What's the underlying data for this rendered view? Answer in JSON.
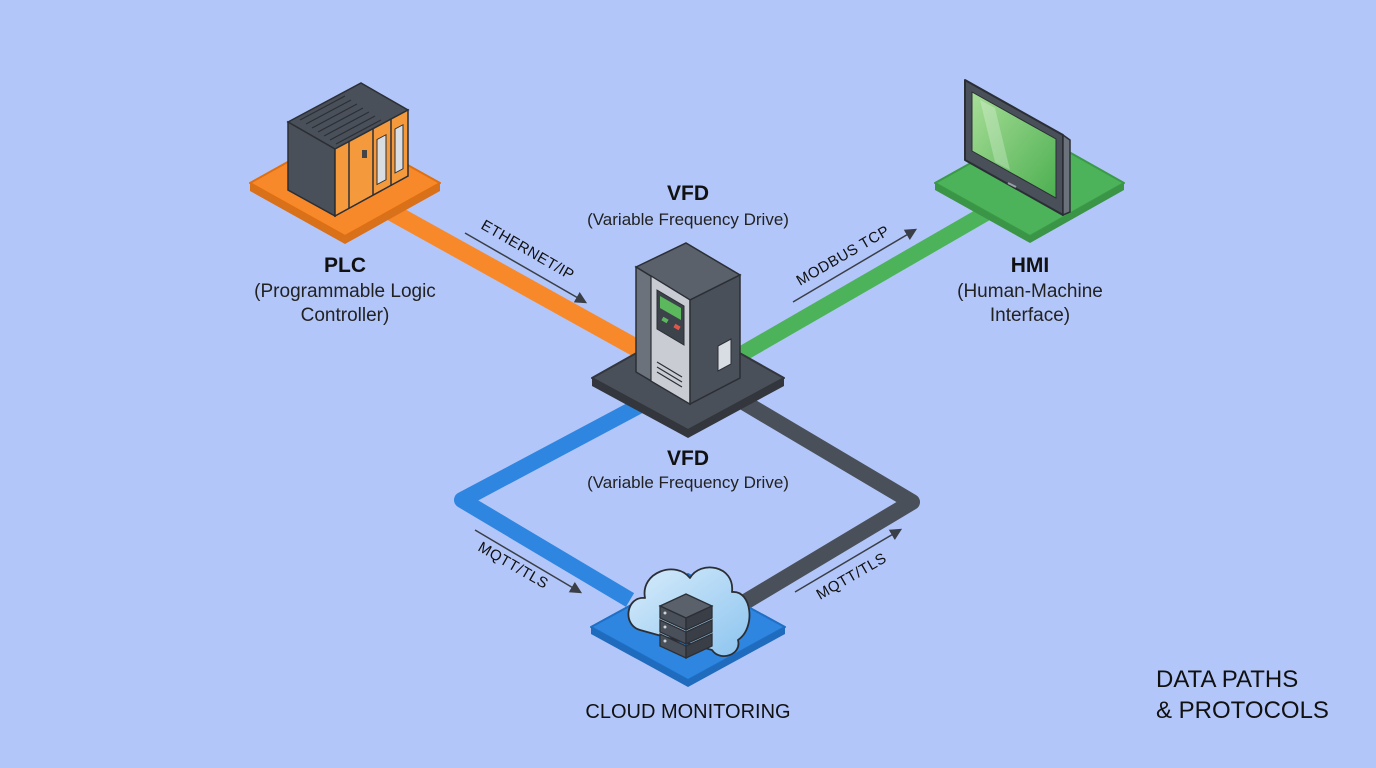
{
  "title": {
    "line1": "DATA PATHS",
    "line2": "& PROTOCOLS"
  },
  "nodes": {
    "plc": {
      "name": "PLC",
      "desc_line1": "(Programmable Logic",
      "desc_line2": "Controller)",
      "color": "#f7892b",
      "icon": "plc-rack-icon"
    },
    "vfd": {
      "name": "VFD",
      "desc": "(Variable Frequency Drive)",
      "color": "#4a5059",
      "icon": "vfd-drive-icon"
    },
    "hmi": {
      "name": "HMI",
      "desc_line1": "(Human-Machine",
      "desc_line2": "Interface)",
      "color": "#4cb35a",
      "icon": "hmi-touchscreen-icon"
    },
    "cloud": {
      "name": "CLOUD MONITORING",
      "color": "#2e86e0",
      "icon": "cloud-server-icon"
    }
  },
  "vfd_second_label": {
    "name": "VFD",
    "desc": "(Variable Frequency Drive)"
  },
  "links": [
    {
      "from": "PLC",
      "to": "VFD",
      "protocol": "ETHERNET/IP",
      "color": "#f7892b"
    },
    {
      "from": "VFD",
      "to": "HMI",
      "protocol": "MODBUS TCP",
      "color": "#4cb35a"
    },
    {
      "from": "VFD",
      "to": "CLOUD MONITORING",
      "protocol": "MQTT/TLS",
      "color": "#2e86e0"
    },
    {
      "from": "CLOUD MONITORING",
      "to": "VFD",
      "protocol": "MQTT/TLS",
      "color": "#4a5059"
    }
  ]
}
